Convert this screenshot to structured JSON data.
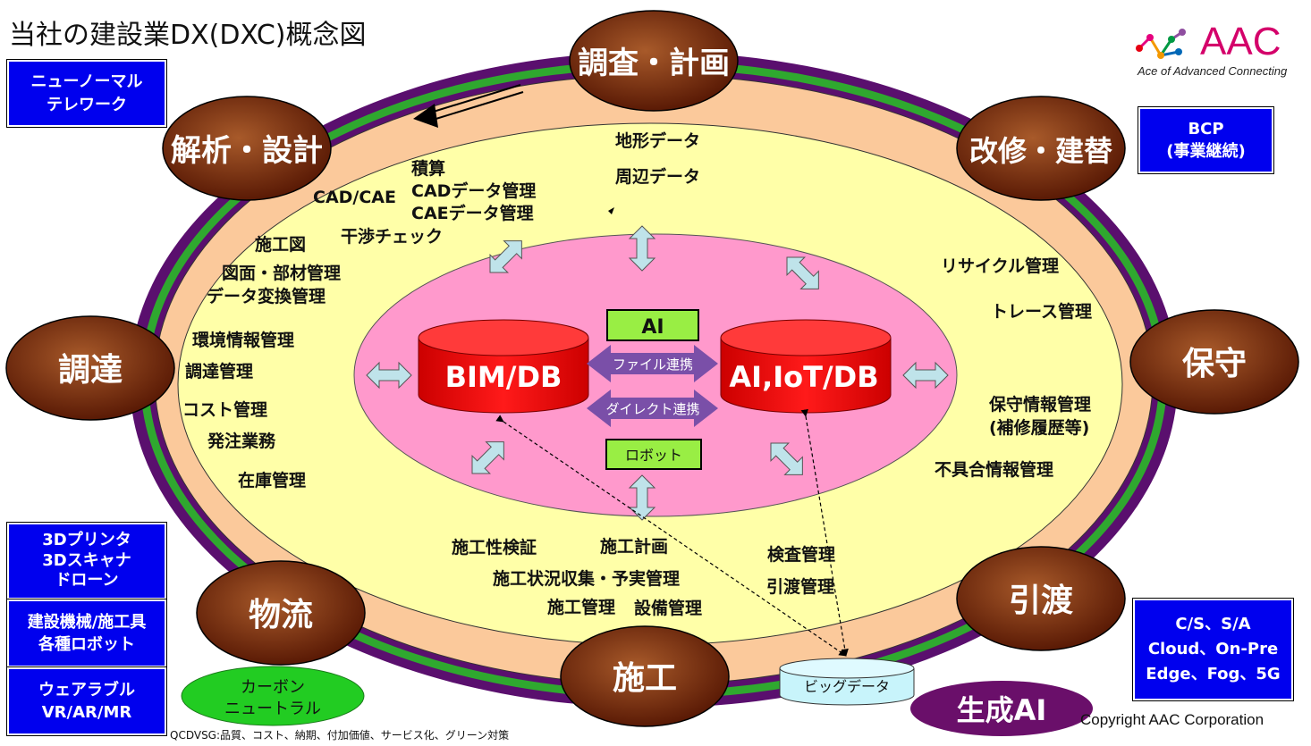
{
  "title": "当社の建設業DX(DXC)概念図",
  "logo": {
    "text": "AAC",
    "tagline": "Ace of Advanced Connecting"
  },
  "copyright": "Copyright AAC Corporation",
  "footnote": "QCDVSG:品質、コスト、納期、付加価値、サービス化、グリーン対策",
  "phases": {
    "survey": "調査・計画",
    "design": "解析・設計",
    "renovate": "改修・建替",
    "procure": "調達",
    "maintain": "保守",
    "logistics": "物流",
    "handover": "引渡",
    "construct": "施工"
  },
  "core": {
    "ai": "AI",
    "bim_db": "BIM/DB",
    "aiiot_db": "AI,IoT/DB",
    "file_link": "ファイル連携",
    "direct_link": "ダイレクト連携",
    "robot": "ロボット",
    "bigdata": "ビッグデータ"
  },
  "tasks": {
    "topo": "地形データ",
    "surround": "周辺データ",
    "estimate": "積算",
    "cad_data": "CADデータ管理",
    "cae_data": "CAEデータ管理",
    "cadcae": "CAD/CAE",
    "interference": "干渉チェック",
    "constr_drawing": "施工図",
    "drawing_parts": "図面・部材管理",
    "data_convert": "データ変換管理",
    "env_info": "環境情報管理",
    "procure_mgmt": "調達管理",
    "cost_mgmt": "コスト管理",
    "order": "発注業務",
    "stock": "在庫管理",
    "recycle": "リサイクル管理",
    "trace": "トレース管理",
    "maint_info": "保守情報管理",
    "repair_history": "(補修履歴等)",
    "defect": "不具合情報管理",
    "constructability": "施工性検証",
    "constr_plan": "施工計画",
    "status_collect": "施工状況収集・予実管理",
    "constr_mgmt": "施工管理",
    "equip_mgmt": "設備管理",
    "inspection": "検査管理",
    "handover_mgmt": "引渡管理"
  },
  "side_boxes": {
    "new_normal": [
      "ニューノーマル",
      "テレワーク"
    ],
    "bcp": [
      "BCP",
      "(事業継続)"
    ],
    "devices": [
      "3Dプリンタ",
      "3Dスキャナ",
      "ドローン"
    ],
    "machines": [
      "建設機械/施工具",
      "各種ロボット"
    ],
    "wearable": [
      "ウェアラブル",
      "VR/AR/MR"
    ],
    "infra": [
      "C/S、S/A",
      "Cloud、On-Pre",
      "Edge、Fog、5G"
    ]
  },
  "carbon": [
    "カーボン",
    "ニュートラル"
  ],
  "gen_ai": "生成AI",
  "colors": {
    "outer_ring": "#5a0f6e",
    "green_ring": "#2fa82f",
    "orange_band": "#fbc99b",
    "yellow_zone": "#ffffa8",
    "pink_core": "#ff99cc",
    "phase_fill": "#7a2a08",
    "db_red": "#ee0000",
    "box_blue": "#0000ee",
    "arrow_light": "#bfe3ea",
    "link_purple": "#7a4fa8",
    "label_green": "#99ee44",
    "carbon_green": "#22cc22",
    "gen_ai_purple": "#6a0f6a",
    "bigdata_cyan": "#c8f4fb"
  }
}
